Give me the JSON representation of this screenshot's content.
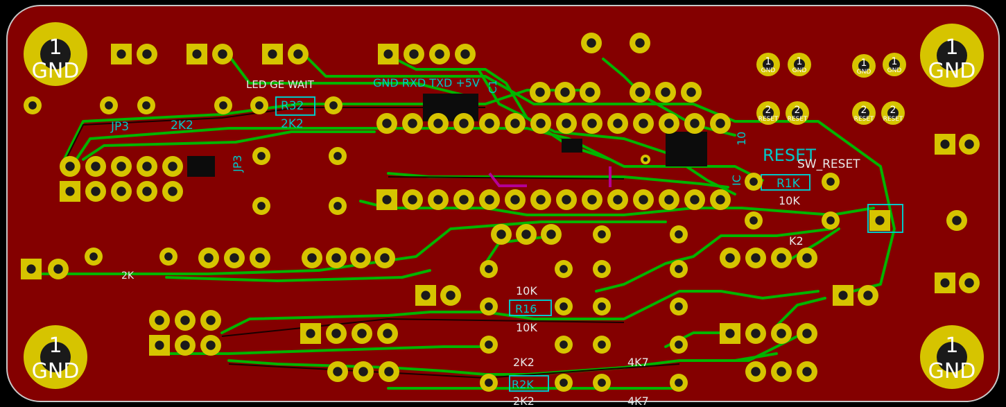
{
  "colors": {
    "background": "#000000",
    "copper_fill": "#840000",
    "trace_green": "#00b400",
    "pad_gold": "#d6c400",
    "pad_hole": "#1a1a1a",
    "silk_cyan": "#00c8c8",
    "magenta": "#b40096"
  },
  "mounting_holes": [
    {
      "id": "mh-top-left",
      "number": "1",
      "net": "GND"
    },
    {
      "id": "mh-top-right",
      "number": "1",
      "net": "GND"
    },
    {
      "id": "mh-bottom-left",
      "number": "1",
      "net": "GND"
    },
    {
      "id": "mh-bottom-right",
      "number": "1",
      "net": "GND"
    }
  ],
  "small_pads": [
    {
      "number": "1",
      "net": "GND"
    },
    {
      "number": "1",
      "net": "GND"
    },
    {
      "number": "1",
      "net": "GND"
    },
    {
      "number": "1",
      "net": "GND"
    },
    {
      "number": "2",
      "net": "RESET"
    },
    {
      "number": "2",
      "net": "RESET"
    },
    {
      "number": "2",
      "net": "RESET"
    },
    {
      "number": "2",
      "net": "RESET"
    }
  ],
  "labels": {
    "header_pins": "GND RXD TXD +5V",
    "led_ge_wait": "LED  GE  WAIT",
    "r32": "R32",
    "r2k2_a": "2K2",
    "r2k2_b": "2K2",
    "r2k2_c": "2K2",
    "r2k2_d": "2K2",
    "jp3": "JP3",
    "reset": "RESET",
    "sw_reset": "SW_RESET",
    "r1k": "R1K",
    "r10k_a": "10K",
    "r10k_b": "10K",
    "r16": "R16",
    "r10k_c": "10K",
    "r4k7_a": "4K7",
    "r4k7_b": "4K7",
    "r2k0": "R2K",
    "k2": "K2",
    "ic_ref": "IC",
    "pin10": "10",
    "c1": "C1",
    "rk": "2K"
  }
}
